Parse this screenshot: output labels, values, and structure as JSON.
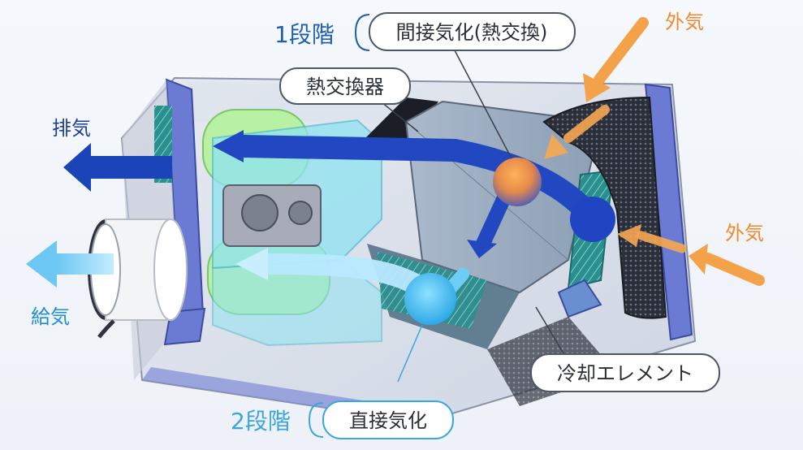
{
  "labels": {
    "stage1": "1段階",
    "stage1_process": "間接気化(熱交換)",
    "heat_exchanger": "熱交換器",
    "exhaust": "排気",
    "outside_air_top": "外気",
    "outside_air_right": "外気",
    "supply": "給気",
    "cooling_element": "冷却エレメント",
    "stage2": "2段階",
    "stage2_process": "直接気化"
  },
  "colors": {
    "background": "#f3f6fb",
    "stage1_text": "#1f5fae",
    "stage2_text": "#3aa6df",
    "exhaust_arrow": "#1b47b8",
    "supply_arrow": "#5cc2f2",
    "outside_air_arrow": "#f4a24a",
    "housing_frame": "#5d6fc8",
    "fan_green": "#b7f0a8",
    "duct_cyan": "#8fe3f2",
    "exchanger": "#9fb2c8",
    "element_teal": "#2d9d9a",
    "callout_border": "#4f5763"
  }
}
